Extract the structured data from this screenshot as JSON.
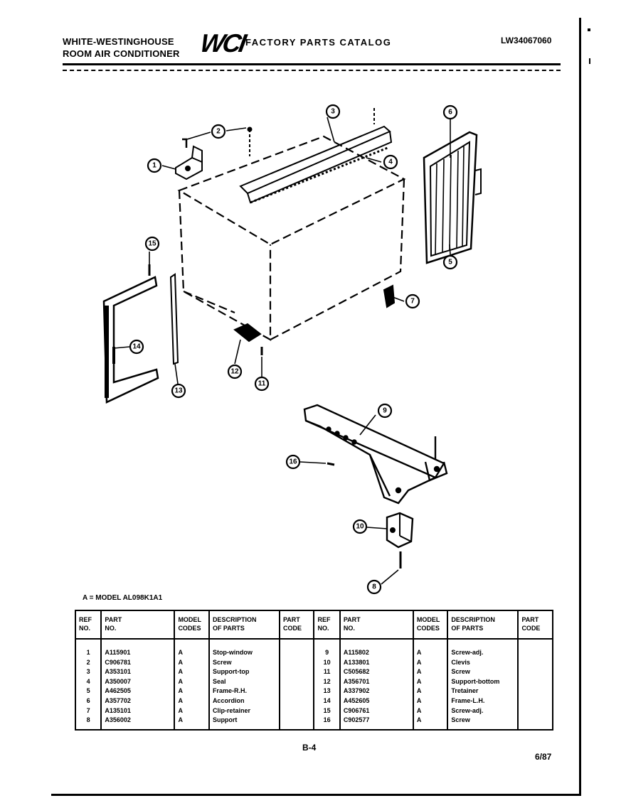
{
  "header": {
    "brand_line1": "WHITE-WESTINGHOUSE",
    "brand_line2": "ROOM AIR CONDITIONER",
    "logo": "WCI",
    "catalog_title": "FACTORY PARTS CATALOG",
    "catalog_number": "LW34067060"
  },
  "diagram": {
    "callouts": [
      "1",
      "2",
      "3",
      "4",
      "5",
      "6",
      "7",
      "8",
      "9",
      "10",
      "11",
      "12",
      "13",
      "14",
      "15",
      "16"
    ]
  },
  "model_line": "A = MODEL AL098K1A1",
  "table": {
    "headers": {
      "ref": "REF\nNO.",
      "part": "PART\nNO.",
      "model": "MODEL\nCODES",
      "desc": "DESCRIPTION\nOF PARTS",
      "code": "PART\nCODE"
    },
    "left": {
      "refs": "1\n2\n3\n4\n5\n6\n7\n8",
      "parts": "A115901\nC906781\nA353101\nA350007\nA462505\nA357702\nA135101\nA356002",
      "models": "A\nA\nA\nA\nA\nA\nA\nA",
      "descs": "Stop-window\nScrew\nSupport-top\nSeal\nFrame-R.H.\nAccordion\nClip-retainer\nSupport"
    },
    "right": {
      "refs": "9\n10\n11\n12\n13\n14\n15\n16",
      "parts": "A115802\nA133801\nC505682\nA356701\nA337902\nA452605\nC906761\nC902577",
      "models": "A\nA\nA\nA\nA\nA\nA\nA",
      "descs": "Screw-adj.\nClevis\nScrew\nSupport-bottom\nTretainer\nFrame-L.H.\nScrew-adj.\nScrew"
    }
  },
  "footer": {
    "page": "B-4",
    "date": "6/87"
  }
}
